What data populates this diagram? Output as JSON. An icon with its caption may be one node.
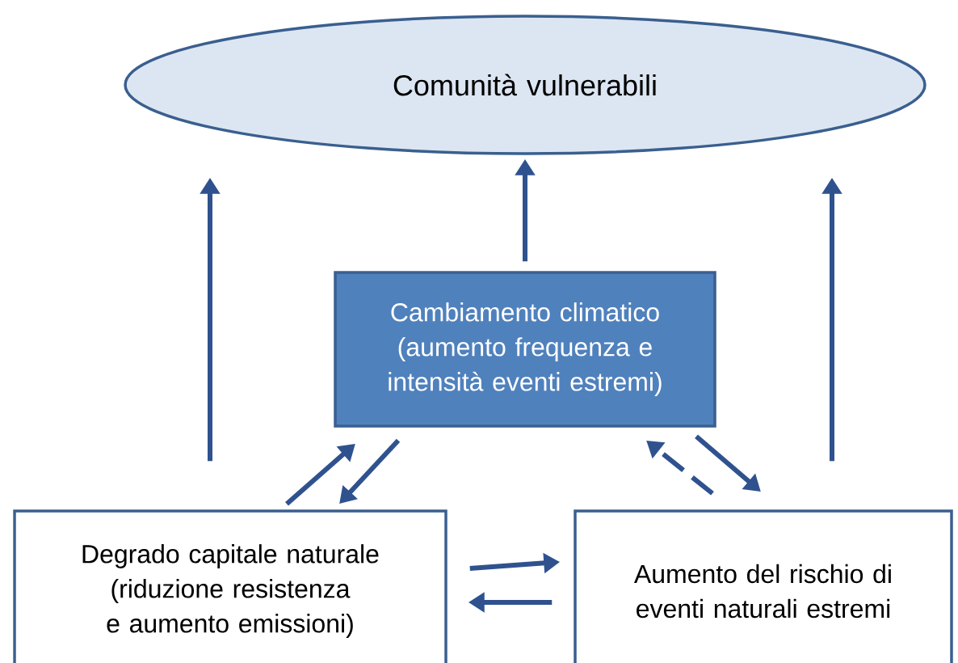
{
  "diagram": {
    "nodes": [
      {
        "text": [
          "Comunità vulnerabili"
        ]
      },
      {
        "text": [
          "Cambiamento climatico",
          "(aumento frequenza e intensità eventi estremi)"
        ]
      },
      {
        "text": [
          "Degrado capitale naturale",
          "(riduzione resistenza e aumento emissioni)"
        ]
      },
      {
        "text": [
          "Aumento del rischio di eventi naturali estremi"
        ]
      }
    ],
    "edges": [
      {
        "from": 2,
        "to": 0,
        "arrow": "to"
      },
      {
        "from": 1,
        "to": 0,
        "arrow": "to"
      },
      {
        "from": 3,
        "to": 0,
        "arrow": "to"
      },
      {
        "from": 2,
        "to": 1,
        "arrow": "to"
      },
      {
        "from": 1,
        "to": 2,
        "arrow": "to"
      },
      {
        "from": 3,
        "to": 1,
        "arrow": "to",
        "style": "dashed"
      },
      {
        "from": 1,
        "to": 3,
        "arrow": "to"
      },
      {
        "from": 2,
        "to": 3,
        "arrow": "to"
      },
      {
        "from": 3,
        "to": 2,
        "arrow": "to"
      }
    ]
  }
}
